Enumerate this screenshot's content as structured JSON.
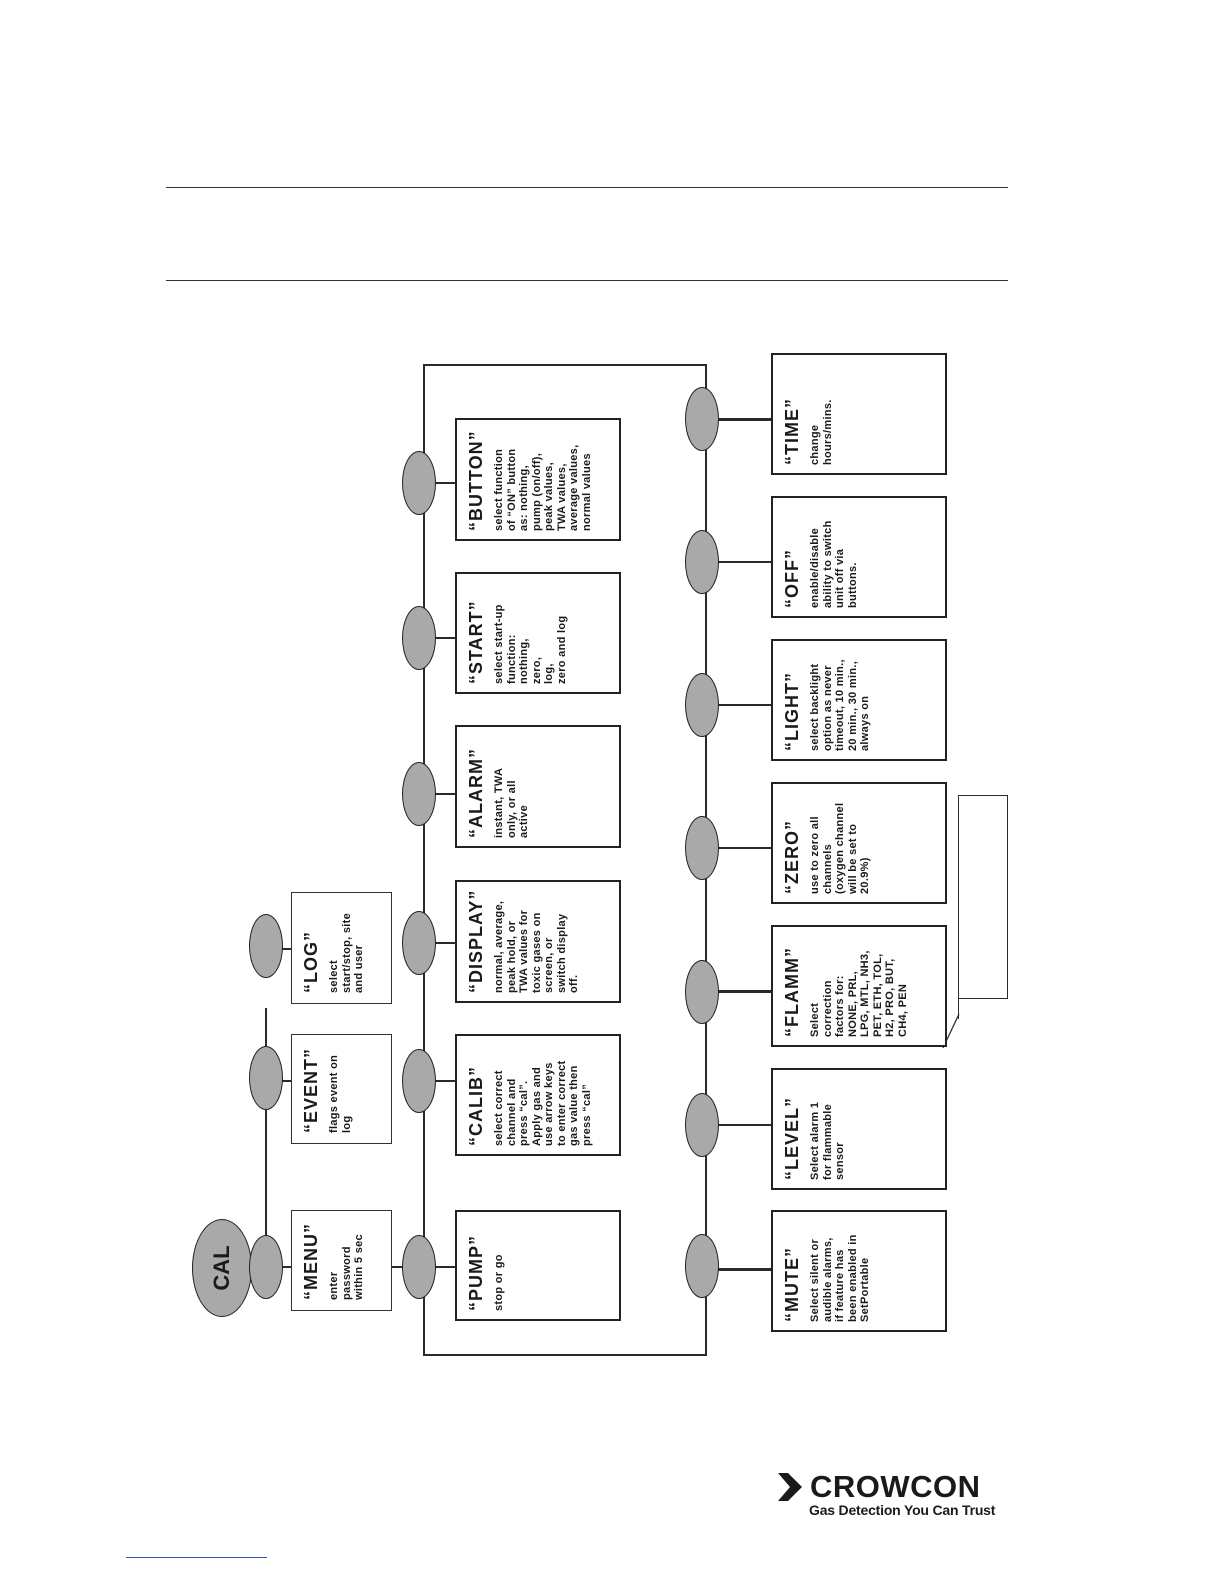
{
  "root": {
    "label": "CAL"
  },
  "boxes": [
    {
      "title": "“MENU”",
      "desc": "enter\npassword\nwithin 5 sec"
    },
    {
      "title": "“EVENT”",
      "desc": "flags event on\nlog"
    },
    {
      "title": "“LOG”",
      "desc": "select\nstart/stop, site\nand user"
    },
    {
      "title": "“PUMP”",
      "desc": "stop or go"
    },
    {
      "title": "“CALIB”",
      "desc": "select correct\nchannel and\npress “cal”.\nApply gas and\nuse arrow keys\nto enter correct\ngas value then\npress “cal”"
    },
    {
      "title": "“DISPLAY”",
      "desc": "normal, average,\npeak hold, or\nTWA values for\ntoxic gases on\nscreen, or\nswitch display\noff."
    },
    {
      "title": "“ALARM”",
      "desc": "instant, TWA\nonly, or all\nactive"
    },
    {
      "title": "“START”",
      "desc": "select start-up\nfunction:\nnothing,\nzero,\nlog,\nzero and log"
    },
    {
      "title": "“BUTTON”",
      "desc": "select function\nof “ON” button\nas: nothing,\npump (on/off),\npeak values,\nTWA values,\naverage values,\nnormal values"
    },
    {
      "title": "“MUTE”",
      "desc": "Select silent or\naudible alarms,\nif feature has\nbeen enabled in\nSetPortable"
    },
    {
      "title": "“LEVEL”",
      "desc": "Select alarm 1\nfor flammable\nsensor"
    },
    {
      "title": "“FLAMM”",
      "desc": "Select\ncorrection\nfactors for:\nNONE, PRL,\nLPG, MTL, NH3,\nPET, ETH, TOL,\nH2, PRO, BUT,\nCH4, PEN"
    },
    {
      "title": "“ZERO”",
      "desc": "use to zero all\nchannels\n(oxygen channel\nwill be set to\n20.9%)"
    },
    {
      "title": "“LIGHT”",
      "desc": "select backlight\noption as never\ntimeout, 10 min.,\n20 min., 30 min.,\nalways on"
    },
    {
      "title": "“OFF”",
      "desc": "enable/disable\nability to switch\nunit off via\nbuttons."
    },
    {
      "title": "“TIME”",
      "desc": "change\nhours/mins."
    }
  ],
  "logo": {
    "word": "CROWCON",
    "tagline": "Gas Detection You Can Trust"
  },
  "colors": {
    "node_fill": "#a9a9a9",
    "line": "#222222"
  }
}
